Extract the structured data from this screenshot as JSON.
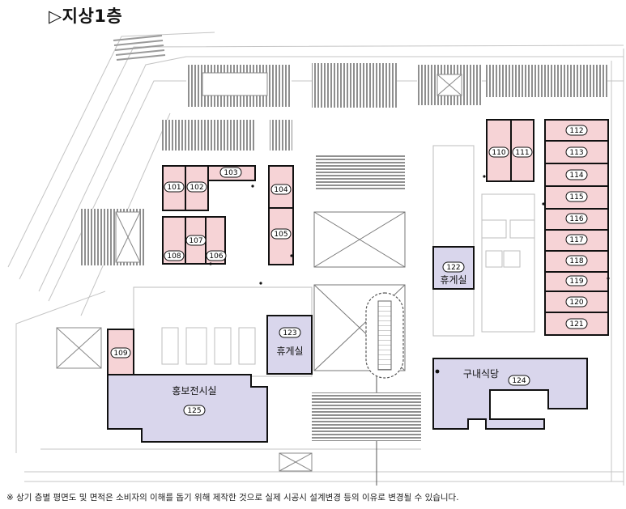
{
  "title": "▷지상1층",
  "note": "※ 상기 층별 평면도 및 면적은 소비자의 이해를 돕기 위해 제작한 것으로 실제 시공시 설계변경 등의 이유로 변경될 수 있습니다.",
  "colors": {
    "shop_fill": "#f6d3d6",
    "public_fill": "#d9d6ec",
    "wall": "#111111",
    "hatch": "#9a9a9a",
    "line": "#bdbdbd"
  },
  "rooms": {
    "r101": "101",
    "r102": "102",
    "r103": "103",
    "r104": "104",
    "r105": "105",
    "r106": "106",
    "r107": "107",
    "r108": "108",
    "r109": "109",
    "r110": "110",
    "r111": "111",
    "r112": "112",
    "r113": "113",
    "r114": "114",
    "r115": "115",
    "r116": "116",
    "r117": "117",
    "r118": "118",
    "r119": "119",
    "r120": "120",
    "r121": "121",
    "r122": "122",
    "r123": "123",
    "r124": "124",
    "r125": "125"
  },
  "labels": {
    "rest_122": "휴게실",
    "rest_123": "휴게실",
    "cafeteria": "구내식당",
    "exhibition": "홍보전시실"
  }
}
